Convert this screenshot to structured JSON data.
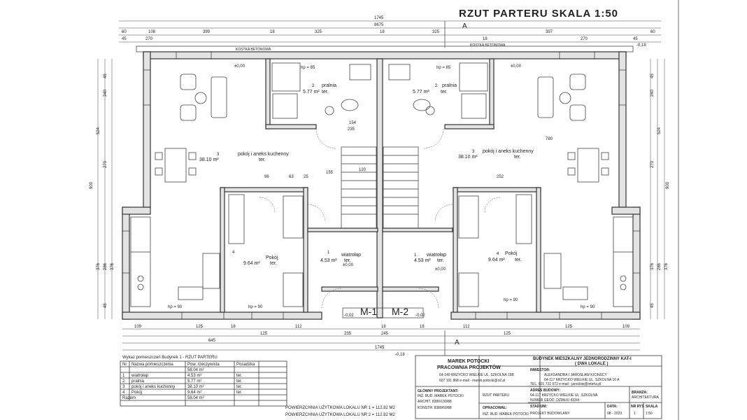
{
  "title": "RZUT PARTERU SKALA 1:50",
  "section_marker": "A",
  "labels": {
    "kostka_left": "KOSTKA BETONOWA",
    "kostka_right": "KOSTKA BETONOWA",
    "m1": "M-1",
    "m2": "M-2",
    "level_zero": "±0,00",
    "level_ground": "-0,02",
    "level_outer": "-0,18",
    "hp85": "hp = 85",
    "hp90": "hp = 90"
  },
  "rooms": {
    "pralnia_name": "pralnia",
    "pralnia_area": "5.77 m²",
    "pralnia_floor": "ter.",
    "pokoj_aneks_name": "pokój i aneks kuchenny",
    "pokoj_aneks_area": "38.10 m²",
    "pokoj_aneks_floor": "ter.",
    "pokoj_name": "Pokój",
    "pokoj_area": "9.64 m²",
    "pokoj_floor": "ter.",
    "wiatrolap_name": "wiatrołap",
    "wiatrolap_area": "4.53 m²",
    "wiatrolap_floor": "ter.",
    "n1": "1",
    "n2": "2",
    "n3": "3",
    "n4": "4"
  },
  "dimensions": {
    "top_total": "1745",
    "top_half": "8675",
    "top_row": [
      "60",
      "45",
      "270",
      "108",
      "399",
      "18",
      "325",
      "18",
      "325",
      "397",
      "18",
      "270",
      "45",
      "60"
    ],
    "bottom_total": "1745",
    "bottom_half": "645",
    "bottom_row": [
      "109",
      "125",
      "18",
      "125",
      "112",
      "235",
      "18",
      "245",
      "18",
      "112",
      "125",
      "125",
      "109"
    ],
    "left_col": [
      "45",
      "240",
      "524",
      "270",
      "900",
      "376",
      "286",
      "376",
      "45"
    ],
    "right_col": [
      "45",
      "240",
      "524",
      "270",
      "900",
      "376",
      "286",
      "376",
      "45"
    ],
    "inner": [
      "154",
      "120",
      "155",
      "235",
      "780",
      "252",
      "96",
      "63",
      "25"
    ]
  },
  "schedule": {
    "caption": "Wykaz pomieszczeń Budynek 1 - RZUT PARTERU",
    "headers": [
      "Nr",
      "Nazwa pomieszczenia",
      "Pow. rzeczywista",
      "Posadzka"
    ],
    "total_top": "58.04 m²",
    "rows": [
      [
        "1",
        "wiatrołap",
        "4.53 m²",
        "ter."
      ],
      [
        "2",
        "pralnia",
        "5.77 m²",
        "ter."
      ],
      [
        "3",
        "pokój i aneks kuchenny",
        "38.10 m²",
        "ter."
      ],
      [
        "4",
        "Pokój",
        "9.64 m²",
        "ter."
      ]
    ],
    "total_label": "Razem",
    "total_value": "58.04 m²",
    "usable_1": "POWIERZCHNIA UŻYTKOWA LOKALU NR 1 = 112.82 M2",
    "usable_2": "POWIERZCHNIA UŻYTKOWA LOKALU NR 2 = 112.82 M2"
  },
  "title_block": {
    "designer_name": "MAREK POTOCKI",
    "designer_office": "PRACOWNIA PROJEKTÓW",
    "designer_address": "64-140 KRZYCKO WIELKIE UL. SZKOLNA 15B",
    "designer_contact": "607 191 868 e-mail - marek.potocki@o2.pl",
    "project_title": "BUDYNEK MIESZKALNY JEDNORODZINNY KAT-I",
    "project_subtitle": "( DWA LOKALE )",
    "investor_label": "INWESTOR:",
    "investor_name": "ALEKSANDRA I JAROSŁAW KICINSCY",
    "investor_address": "64-117 KRZYCKO WIELKIE UL. SZKOLNA 16 A",
    "investor_contact": "TEL. 601 721 972 e-mail - jarockiw@interia.pl",
    "main_designer_label": "GŁÓWNY PROJEKTANT:",
    "main_designer_name": "INŻ. BUD. MAREK POTOCKI",
    "main_designer_arch": "ARCHIT. 8380/130/88",
    "main_designer_konstr": "KONSTR. 8380/60/88",
    "drawing_name": "RZUT PARTERU",
    "address_label": "ADRES BUDOWY:",
    "address_line": "64-117 KRZYCKO WIELKIE UL. SZKOLNA",
    "plot_line": "NUMER GEOD. DZIAŁKI 433/4",
    "prepared_label": "OPRACOWAŁ:",
    "prepared_name": "INŻ. BUD. MAREK POTOCKI",
    "stage_label": "STADIUM:",
    "stage_value": "PROJEKT BUDOWLANY",
    "date_label": "DATA:",
    "date_value": "08 - 2023",
    "sheet_label": "NR RYS",
    "sheet_value": "1",
    "scale_label": "SKALA",
    "scale_value": "1:50",
    "branch_label": "BRANŻA:",
    "branch_value": "ARCHITEKTURA"
  }
}
